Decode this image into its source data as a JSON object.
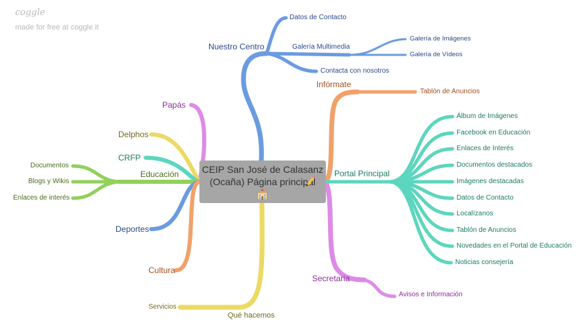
{
  "header": {
    "brand": "coggle",
    "tagline": "made for free at coggle.it"
  },
  "center": {
    "line1": "CEIP San José de Calasanz",
    "line2": "(Ocaña) Página principal",
    "icons": [
      "pencil-icon",
      "school-icon"
    ]
  },
  "branches": {
    "nuestro_centro": {
      "label": "Nuestro Centro",
      "color": "#6b9be0",
      "children": [
        "Datos de Contacto",
        "Galería Multimedia",
        "Contacta con nosotros"
      ],
      "galeria_children": [
        "Galería de Imágenes",
        "Galería de Vídeos"
      ]
    },
    "informate": {
      "label": "Infórmate",
      "color": "#f0a26a",
      "children": [
        "Tablón de Anuncios"
      ]
    },
    "portal_principal": {
      "label": "Portal Principal",
      "color": "#5cd6be",
      "children": [
        "Álbum de Imágenes",
        "Facebook en Educación",
        "Enlaces de Interés",
        "Documentos destacados",
        "Imágenes destacadas",
        "Datos de Contacto",
        "Localízanos",
        "Tablón de Anuncios",
        "Novedades en el Portal de Educación",
        "Noticias consejería"
      ]
    },
    "secretaria": {
      "label": "Secretaria",
      "color": "#dd8be6",
      "children": [
        "Avisos e Información"
      ]
    },
    "que_hacemos": {
      "label": "Qué hacemos",
      "color": "#ebda63",
      "children": [
        "Servicios"
      ]
    },
    "papas": {
      "label": "Papás",
      "color": "#dd8be6"
    },
    "delphos": {
      "label": "Delphos",
      "color": "#ebda63"
    },
    "crfp": {
      "label": "CRFP",
      "color": "#5cd6be"
    },
    "educacion": {
      "label": "Educación",
      "color": "#93d05c",
      "children": [
        "Documentos",
        "Blogs y Wikis",
        "Enlaces de interés"
      ]
    },
    "deportes": {
      "label": "Deportes",
      "color": "#6b9be0"
    },
    "cultura": {
      "label": "Cultura",
      "color": "#f0a26a"
    }
  },
  "text_colors": {
    "blue": "#2c4a8a",
    "orange": "#a14e1c",
    "teal": "#1e7a65",
    "purple": "#8a2f98",
    "olive": "#6e6b1f",
    "green": "#4a6e1c"
  }
}
